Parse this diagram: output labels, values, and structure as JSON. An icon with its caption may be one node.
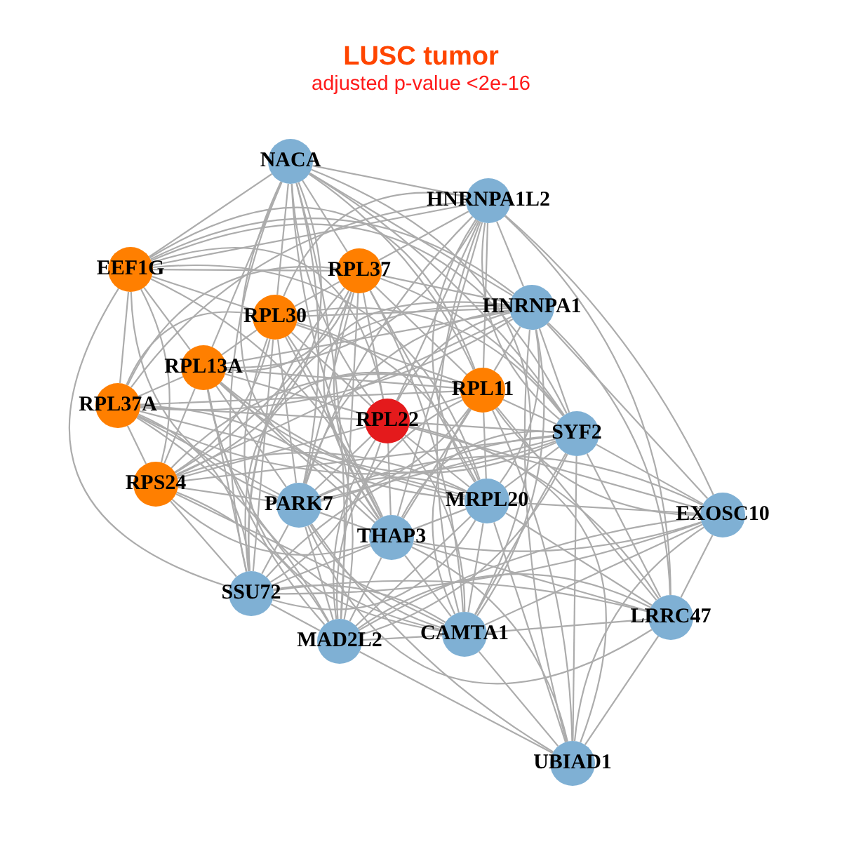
{
  "diagram": {
    "title": "LUSC tumor",
    "nodes": [
      {
        "text": [
          "NACA"
        ]
      },
      {
        "text": [
          "HNRNPA1L2"
        ]
      },
      {
        "text": [
          "EEF1G"
        ]
      },
      {
        "text": [
          "RPL37"
        ]
      },
      {
        "text": [
          "HNRNPA1"
        ]
      },
      {
        "text": [
          "RPL30"
        ]
      },
      {
        "text": [
          "RPL13A"
        ]
      },
      {
        "text": [
          "RPL11"
        ]
      },
      {
        "text": [
          "RPL37A"
        ]
      },
      {
        "text": [
          "RPL22"
        ]
      },
      {
        "text": [
          "SYF2"
        ]
      },
      {
        "text": [
          "RPS24"
        ]
      },
      {
        "text": [
          "PARK7"
        ]
      },
      {
        "text": [
          "MRPL20"
        ]
      },
      {
        "text": [
          "EXOSC10"
        ]
      },
      {
        "text": [
          "THAP3"
        ]
      },
      {
        "text": [
          "SSU72"
        ]
      },
      {
        "text": [
          "LRRC47"
        ]
      },
      {
        "text": [
          "MAD2L2"
        ]
      },
      {
        "text": [
          "CAMTA1"
        ]
      },
      {
        "text": [
          "UBIAD1"
        ]
      }
    ],
    "edges": [
      {
        "from": 0,
        "to": 1,
        "arrow": "none"
      },
      {
        "from": 0,
        "to": 2,
        "arrow": "none"
      },
      {
        "from": 0,
        "to": 3,
        "arrow": "none"
      },
      {
        "from": 0,
        "to": 4,
        "arrow": "none"
      },
      {
        "from": 0,
        "to": 5,
        "arrow": "none"
      },
      {
        "from": 0,
        "to": 6,
        "arrow": "none"
      },
      {
        "from": 0,
        "to": 7,
        "arrow": "none"
      },
      {
        "from": 0,
        "to": 9,
        "arrow": "none"
      },
      {
        "from": 0,
        "to": 10,
        "arrow": "none"
      },
      {
        "from": 0,
        "to": 11,
        "arrow": "none"
      },
      {
        "from": 0,
        "to": 12,
        "arrow": "none"
      },
      {
        "from": 0,
        "to": 13,
        "arrow": "none"
      },
      {
        "from": 0,
        "to": 15,
        "arrow": "none"
      },
      {
        "from": 0,
        "to": 16,
        "arrow": "none"
      },
      {
        "from": 0,
        "to": 18,
        "arrow": "none"
      },
      {
        "from": 0,
        "to": 19,
        "arrow": "none"
      },
      {
        "from": 1,
        "to": 2,
        "arrow": "none"
      },
      {
        "from": 1,
        "to": 3,
        "arrow": "none"
      },
      {
        "from": 1,
        "to": 4,
        "arrow": "none"
      },
      {
        "from": 1,
        "to": 5,
        "arrow": "none"
      },
      {
        "from": 1,
        "to": 6,
        "arrow": "none"
      },
      {
        "from": 1,
        "to": 7,
        "arrow": "none"
      },
      {
        "from": 1,
        "to": 8,
        "arrow": "none"
      },
      {
        "from": 1,
        "to": 9,
        "arrow": "none"
      },
      {
        "from": 1,
        "to": 10,
        "arrow": "none"
      },
      {
        "from": 1,
        "to": 12,
        "arrow": "none"
      },
      {
        "from": 1,
        "to": 13,
        "arrow": "none"
      },
      {
        "from": 1,
        "to": 14,
        "arrow": "none"
      },
      {
        "from": 1,
        "to": 15,
        "arrow": "none"
      },
      {
        "from": 1,
        "to": 17,
        "arrow": "none"
      },
      {
        "from": 1,
        "to": 19,
        "arrow": "none"
      },
      {
        "from": 2,
        "to": 3,
        "arrow": "none"
      },
      {
        "from": 2,
        "to": 4,
        "arrow": "none"
      },
      {
        "from": 2,
        "to": 5,
        "arrow": "none"
      },
      {
        "from": 2,
        "to": 6,
        "arrow": "none"
      },
      {
        "from": 2,
        "to": 7,
        "arrow": "none"
      },
      {
        "from": 2,
        "to": 8,
        "arrow": "none"
      },
      {
        "from": 2,
        "to": 9,
        "arrow": "none"
      },
      {
        "from": 2,
        "to": 10,
        "arrow": "none"
      },
      {
        "from": 2,
        "to": 11,
        "arrow": "none"
      },
      {
        "from": 2,
        "to": 12,
        "arrow": "none"
      },
      {
        "from": 2,
        "to": 13,
        "arrow": "none"
      },
      {
        "from": 2,
        "to": 15,
        "arrow": "none"
      },
      {
        "from": 2,
        "to": 16,
        "arrow": "none"
      },
      {
        "from": 3,
        "to": 4,
        "arrow": "none"
      },
      {
        "from": 3,
        "to": 5,
        "arrow": "none"
      },
      {
        "from": 3,
        "to": 6,
        "arrow": "none"
      },
      {
        "from": 3,
        "to": 7,
        "arrow": "none"
      },
      {
        "from": 3,
        "to": 8,
        "arrow": "none"
      },
      {
        "from": 3,
        "to": 9,
        "arrow": "none"
      },
      {
        "from": 3,
        "to": 10,
        "arrow": "none"
      },
      {
        "from": 3,
        "to": 11,
        "arrow": "none"
      },
      {
        "from": 3,
        "to": 12,
        "arrow": "none"
      },
      {
        "from": 3,
        "to": 13,
        "arrow": "none"
      },
      {
        "from": 3,
        "to": 15,
        "arrow": "none"
      },
      {
        "from": 3,
        "to": 16,
        "arrow": "none"
      },
      {
        "from": 3,
        "to": 18,
        "arrow": "none"
      },
      {
        "from": 3,
        "to": 19,
        "arrow": "none"
      },
      {
        "from": 4,
        "to": 5,
        "arrow": "none"
      },
      {
        "from": 4,
        "to": 6,
        "arrow": "none"
      },
      {
        "from": 4,
        "to": 7,
        "arrow": "none"
      },
      {
        "from": 4,
        "to": 8,
        "arrow": "none"
      },
      {
        "from": 4,
        "to": 9,
        "arrow": "none"
      },
      {
        "from": 4,
        "to": 10,
        "arrow": "none"
      },
      {
        "from": 4,
        "to": 11,
        "arrow": "none"
      },
      {
        "from": 4,
        "to": 12,
        "arrow": "none"
      },
      {
        "from": 4,
        "to": 13,
        "arrow": "none"
      },
      {
        "from": 4,
        "to": 14,
        "arrow": "none"
      },
      {
        "from": 4,
        "to": 15,
        "arrow": "none"
      },
      {
        "from": 4,
        "to": 16,
        "arrow": "none"
      },
      {
        "from": 4,
        "to": 17,
        "arrow": "none"
      },
      {
        "from": 4,
        "to": 19,
        "arrow": "none"
      },
      {
        "from": 4,
        "to": 20,
        "arrow": "none"
      },
      {
        "from": 5,
        "to": 6,
        "arrow": "none"
      },
      {
        "from": 5,
        "to": 7,
        "arrow": "none"
      },
      {
        "from": 5,
        "to": 8,
        "arrow": "none"
      },
      {
        "from": 5,
        "to": 9,
        "arrow": "none"
      },
      {
        "from": 5,
        "to": 10,
        "arrow": "none"
      },
      {
        "from": 5,
        "to": 11,
        "arrow": "none"
      },
      {
        "from": 5,
        "to": 12,
        "arrow": "none"
      },
      {
        "from": 5,
        "to": 13,
        "arrow": "none"
      },
      {
        "from": 5,
        "to": 15,
        "arrow": "none"
      },
      {
        "from": 5,
        "to": 16,
        "arrow": "none"
      },
      {
        "from": 5,
        "to": 18,
        "arrow": "none"
      },
      {
        "from": 5,
        "to": 19,
        "arrow": "none"
      },
      {
        "from": 6,
        "to": 7,
        "arrow": "none"
      },
      {
        "from": 6,
        "to": 8,
        "arrow": "none"
      },
      {
        "from": 6,
        "to": 9,
        "arrow": "none"
      },
      {
        "from": 6,
        "to": 10,
        "arrow": "none"
      },
      {
        "from": 6,
        "to": 11,
        "arrow": "none"
      },
      {
        "from": 6,
        "to": 12,
        "arrow": "none"
      },
      {
        "from": 6,
        "to": 13,
        "arrow": "none"
      },
      {
        "from": 6,
        "to": 15,
        "arrow": "none"
      },
      {
        "from": 6,
        "to": 16,
        "arrow": "none"
      },
      {
        "from": 6,
        "to": 18,
        "arrow": "none"
      },
      {
        "from": 6,
        "to": 19,
        "arrow": "none"
      },
      {
        "from": 7,
        "to": 8,
        "arrow": "none"
      },
      {
        "from": 7,
        "to": 9,
        "arrow": "none"
      },
      {
        "from": 7,
        "to": 10,
        "arrow": "none"
      },
      {
        "from": 7,
        "to": 11,
        "arrow": "none"
      },
      {
        "from": 7,
        "to": 12,
        "arrow": "none"
      },
      {
        "from": 7,
        "to": 13,
        "arrow": "none"
      },
      {
        "from": 7,
        "to": 14,
        "arrow": "none"
      },
      {
        "from": 7,
        "to": 15,
        "arrow": "none"
      },
      {
        "from": 7,
        "to": 16,
        "arrow": "none"
      },
      {
        "from": 7,
        "to": 17,
        "arrow": "none"
      },
      {
        "from": 7,
        "to": 18,
        "arrow": "none"
      },
      {
        "from": 7,
        "to": 19,
        "arrow": "none"
      },
      {
        "from": 7,
        "to": 20,
        "arrow": "none"
      },
      {
        "from": 8,
        "to": 9,
        "arrow": "none"
      },
      {
        "from": 8,
        "to": 10,
        "arrow": "none"
      },
      {
        "from": 8,
        "to": 11,
        "arrow": "none"
      },
      {
        "from": 8,
        "to": 12,
        "arrow": "none"
      },
      {
        "from": 8,
        "to": 13,
        "arrow": "none"
      },
      {
        "from": 8,
        "to": 15,
        "arrow": "none"
      },
      {
        "from": 8,
        "to": 16,
        "arrow": "none"
      },
      {
        "from": 8,
        "to": 18,
        "arrow": "none"
      },
      {
        "from": 9,
        "to": 10,
        "arrow": "none"
      },
      {
        "from": 9,
        "to": 11,
        "arrow": "none"
      },
      {
        "from": 9,
        "to": 12,
        "arrow": "none"
      },
      {
        "from": 9,
        "to": 13,
        "arrow": "none"
      },
      {
        "from": 9,
        "to": 14,
        "arrow": "none"
      },
      {
        "from": 9,
        "to": 15,
        "arrow": "none"
      },
      {
        "from": 9,
        "to": 16,
        "arrow": "none"
      },
      {
        "from": 9,
        "to": 17,
        "arrow": "none"
      },
      {
        "from": 9,
        "to": 18,
        "arrow": "none"
      },
      {
        "from": 9,
        "to": 19,
        "arrow": "none"
      },
      {
        "from": 9,
        "to": 20,
        "arrow": "none"
      },
      {
        "from": 10,
        "to": 11,
        "arrow": "none"
      },
      {
        "from": 10,
        "to": 12,
        "arrow": "none"
      },
      {
        "from": 10,
        "to": 13,
        "arrow": "none"
      },
      {
        "from": 10,
        "to": 14,
        "arrow": "none"
      },
      {
        "from": 10,
        "to": 15,
        "arrow": "none"
      },
      {
        "from": 10,
        "to": 16,
        "arrow": "none"
      },
      {
        "from": 10,
        "to": 17,
        "arrow": "none"
      },
      {
        "from": 10,
        "to": 18,
        "arrow": "none"
      },
      {
        "from": 10,
        "to": 19,
        "arrow": "none"
      },
      {
        "from": 10,
        "to": 20,
        "arrow": "none"
      },
      {
        "from": 11,
        "to": 12,
        "arrow": "none"
      },
      {
        "from": 11,
        "to": 13,
        "arrow": "none"
      },
      {
        "from": 11,
        "to": 15,
        "arrow": "none"
      },
      {
        "from": 11,
        "to": 16,
        "arrow": "none"
      },
      {
        "from": 11,
        "to": 18,
        "arrow": "none"
      },
      {
        "from": 11,
        "to": 19,
        "arrow": "none"
      },
      {
        "from": 12,
        "to": 13,
        "arrow": "none"
      },
      {
        "from": 12,
        "to": 14,
        "arrow": "none"
      },
      {
        "from": 12,
        "to": 15,
        "arrow": "none"
      },
      {
        "from": 12,
        "to": 16,
        "arrow": "none"
      },
      {
        "from": 12,
        "to": 17,
        "arrow": "none"
      },
      {
        "from": 12,
        "to": 18,
        "arrow": "none"
      },
      {
        "from": 12,
        "to": 19,
        "arrow": "none"
      },
      {
        "from": 12,
        "to": 20,
        "arrow": "none"
      },
      {
        "from": 13,
        "to": 14,
        "arrow": "none"
      },
      {
        "from": 13,
        "to": 15,
        "arrow": "none"
      },
      {
        "from": 13,
        "to": 16,
        "arrow": "none"
      },
      {
        "from": 13,
        "to": 17,
        "arrow": "none"
      },
      {
        "from": 13,
        "to": 18,
        "arrow": "none"
      },
      {
        "from": 13,
        "to": 19,
        "arrow": "none"
      },
      {
        "from": 13,
        "to": 20,
        "arrow": "none"
      },
      {
        "from": 14,
        "to": 15,
        "arrow": "none"
      },
      {
        "from": 14,
        "to": 16,
        "arrow": "none"
      },
      {
        "from": 14,
        "to": 17,
        "arrow": "none"
      },
      {
        "from": 14,
        "to": 18,
        "arrow": "none"
      },
      {
        "from": 14,
        "to": 19,
        "arrow": "none"
      },
      {
        "from": 14,
        "to": 20,
        "arrow": "none"
      },
      {
        "from": 15,
        "to": 16,
        "arrow": "none"
      },
      {
        "from": 15,
        "to": 17,
        "arrow": "none"
      },
      {
        "from": 15,
        "to": 18,
        "arrow": "none"
      },
      {
        "from": 15,
        "to": 19,
        "arrow": "none"
      },
      {
        "from": 15,
        "to": 20,
        "arrow": "none"
      },
      {
        "from": 16,
        "to": 17,
        "arrow": "none"
      },
      {
        "from": 16,
        "to": 18,
        "arrow": "none"
      },
      {
        "from": 16,
        "to": 19,
        "arrow": "none"
      },
      {
        "from": 17,
        "to": 18,
        "arrow": "none"
      },
      {
        "from": 17,
        "to": 19,
        "arrow": "none"
      },
      {
        "from": 17,
        "to": 20,
        "arrow": "none"
      },
      {
        "from": 18,
        "to": 19,
        "arrow": "none"
      },
      {
        "from": 18,
        "to": 20,
        "arrow": "none"
      },
      {
        "from": 19,
        "to": 20,
        "arrow": "none"
      }
    ],
    "labels": [
      "adjusted p-value <2e-16"
    ]
  }
}
